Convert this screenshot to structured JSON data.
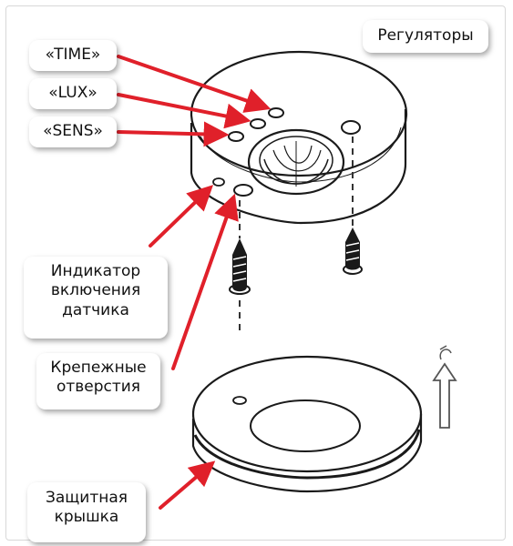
{
  "labels": {
    "time": "«TIME»",
    "lux": "«LUX»",
    "sens": "«SENS»",
    "regulators": "Регуляторы",
    "indicator": [
      "Индикатор",
      "включения",
      "датчика"
    ],
    "mounting_holes": [
      "Крепежные",
      "отверстия"
    ],
    "protective_cover": [
      "Защитная",
      "крышка"
    ]
  },
  "colors": {
    "arrow": "#e0202a",
    "drawing": "#1a1a1a",
    "background": "#ffffff"
  }
}
